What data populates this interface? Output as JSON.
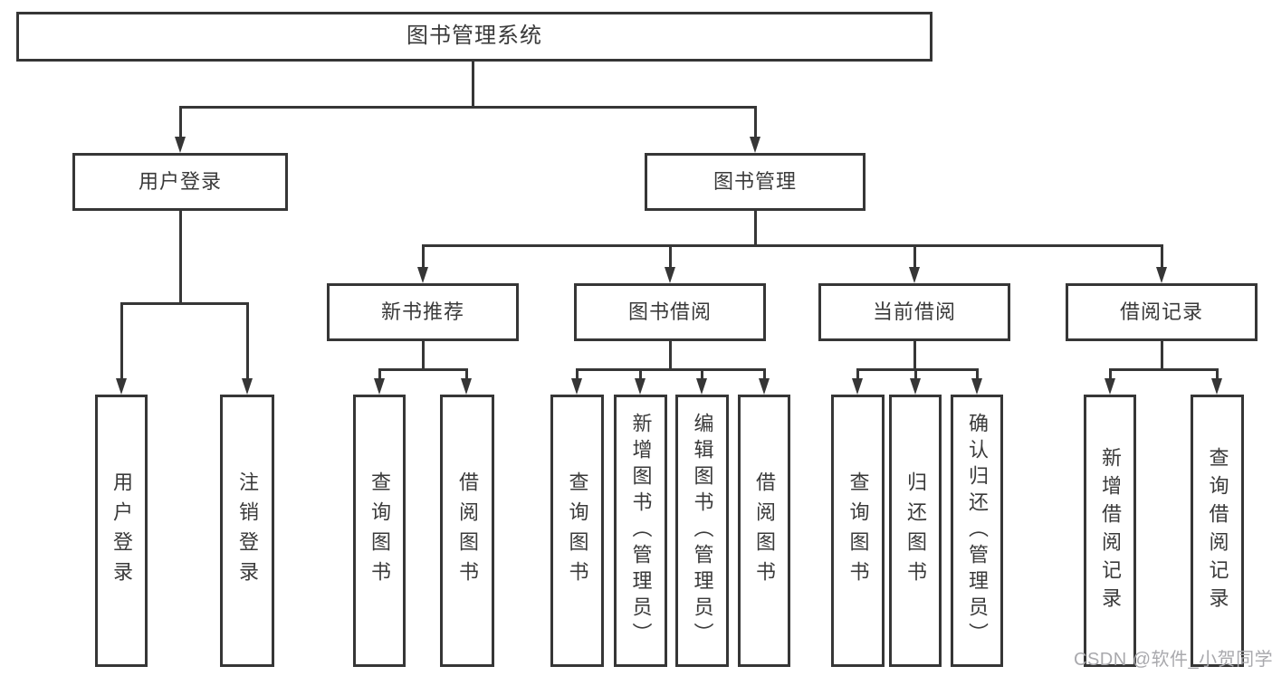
{
  "colors": {
    "line": "#363636",
    "text": "#3a3a3a",
    "box_fill": "#ffffff",
    "background": "#ffffff",
    "watermark": "#a9a9ad"
  },
  "watermark": {
    "text": "CSDN @软件_小贺同学"
  },
  "tree": {
    "label": "图书管理系统",
    "children": [
      {
        "label": "用户登录",
        "children": [
          {
            "label": "用户登录"
          },
          {
            "label": "注销登录"
          }
        ]
      },
      {
        "label": "图书管理",
        "children": [
          {
            "label": "新书推荐",
            "children": [
              {
                "label": "查询图书"
              },
              {
                "label": "借阅图书"
              }
            ]
          },
          {
            "label": "图书借阅",
            "children": [
              {
                "label": "查询图书"
              },
              {
                "label": "新增图书（管理员）"
              },
              {
                "label": "编辑图书（管理员）"
              },
              {
                "label": "借阅图书"
              }
            ]
          },
          {
            "label": "当前借阅",
            "children": [
              {
                "label": "查询图书"
              },
              {
                "label": "归还图书"
              },
              {
                "label": "确认归还（管理员）"
              }
            ]
          },
          {
            "label": "借阅记录",
            "children": [
              {
                "label": "新增借阅记录"
              },
              {
                "label": "查询借阅记录"
              }
            ]
          }
        ]
      }
    ]
  }
}
